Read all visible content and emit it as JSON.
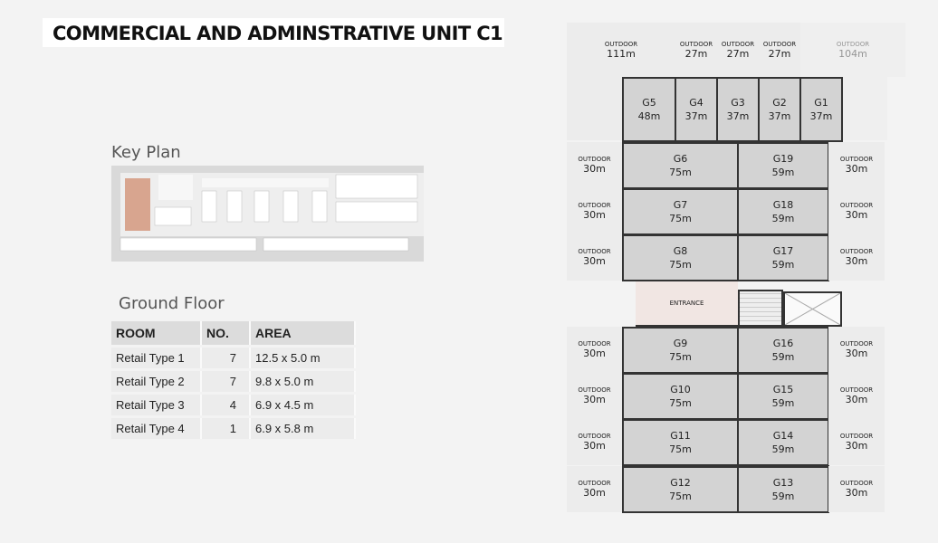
{
  "title": "COMMERCIAL AND ADMINSTRATIVE UNIT  C1",
  "key_plan": {
    "heading": "Key Plan"
  },
  "ground_floor": {
    "heading": "Ground Floor",
    "headers": [
      "ROOM",
      "NO.",
      "AREA"
    ],
    "rows": [
      [
        "Retail Type 1",
        "7",
        "12.5 x 5.0 m"
      ],
      [
        "Retail Type 2",
        "7",
        "9.8 x 5.0 m"
      ],
      [
        "Retail Type 3",
        "4",
        "6.9 x 4.5 m"
      ],
      [
        "Retail Type 4",
        "1",
        "6.9 x 5.8 m"
      ]
    ]
  },
  "plan": {
    "outdoor_label": "OUTDOOR",
    "entrance_label": "ENTRANCE",
    "top_outdoors": [
      {
        "area": "111m"
      },
      {
        "area": "27m"
      },
      {
        "area": "27m"
      },
      {
        "area": "27m"
      },
      {
        "area": "104m"
      }
    ],
    "top_units": [
      {
        "name": "G5",
        "area": "48m"
      },
      {
        "name": "G4",
        "area": "37m"
      },
      {
        "name": "G3",
        "area": "37m"
      },
      {
        "name": "G2",
        "area": "37m"
      },
      {
        "name": "G1",
        "area": "37m"
      }
    ],
    "rows": [
      {
        "left": {
          "name": "G6",
          "area": "75m"
        },
        "right": {
          "name": "G19",
          "area": "59m"
        },
        "outdoor_left": "30m",
        "outdoor_right": "30m"
      },
      {
        "left": {
          "name": "G7",
          "area": "75m"
        },
        "right": {
          "name": "G18",
          "area": "59m"
        },
        "outdoor_left": "30m",
        "outdoor_right": "30m"
      },
      {
        "left": {
          "name": "G8",
          "area": "75m"
        },
        "right": {
          "name": "G17",
          "area": "59m"
        },
        "outdoor_left": "30m",
        "outdoor_right": "30m"
      },
      {
        "left": {
          "name": "G9",
          "area": "75m"
        },
        "right": {
          "name": "G16",
          "area": "59m"
        },
        "outdoor_left": "30m",
        "outdoor_right": "30m"
      },
      {
        "left": {
          "name": "G10",
          "area": "75m"
        },
        "right": {
          "name": "G15",
          "area": "59m"
        },
        "outdoor_left": "30m",
        "outdoor_right": "30m"
      },
      {
        "left": {
          "name": "G11",
          "area": "75m"
        },
        "right": {
          "name": "G14",
          "area": "59m"
        },
        "outdoor_left": "30m",
        "outdoor_right": "30m"
      },
      {
        "left": {
          "name": "G12",
          "area": "75m"
        },
        "right": {
          "name": "G13",
          "area": "59m"
        },
        "outdoor_left": "30m",
        "outdoor_right": "30m"
      }
    ]
  }
}
